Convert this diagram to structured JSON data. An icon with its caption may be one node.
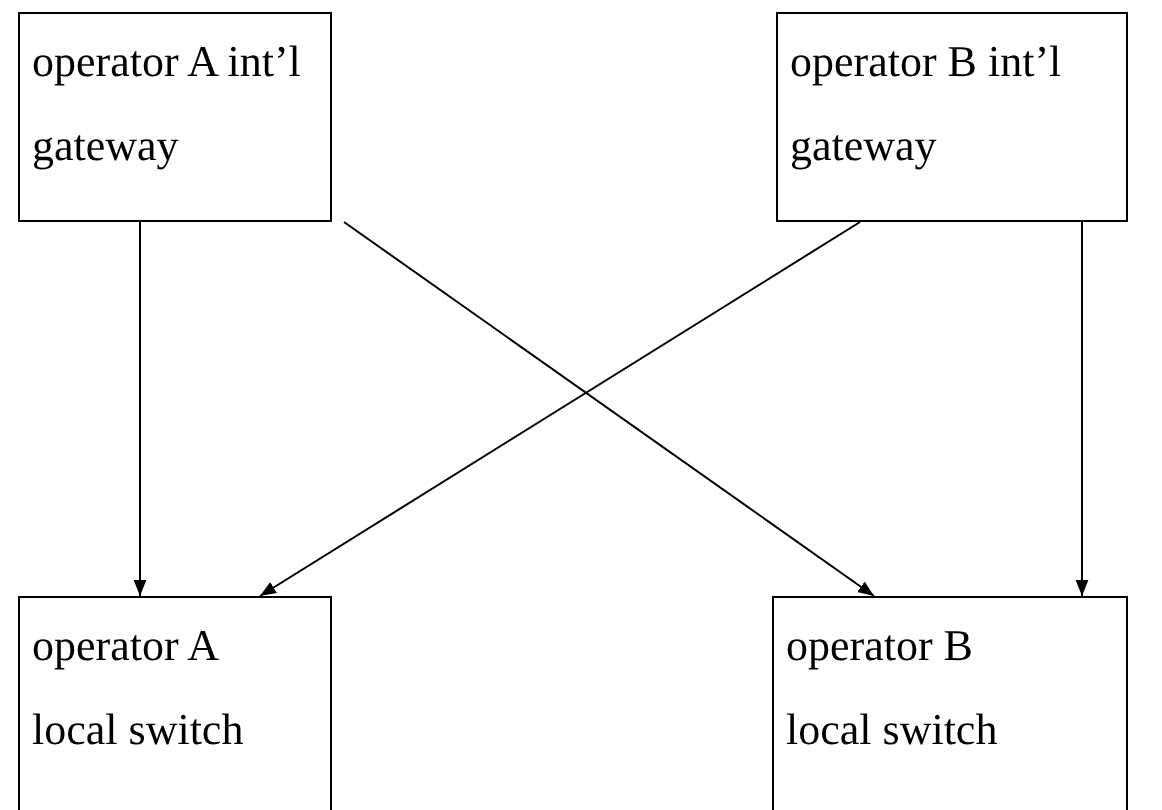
{
  "diagram": {
    "nodes": [
      {
        "text": [
          "operator A int’l gateway"
        ]
      },
      {
        "text": [
          "operator B int’l gateway"
        ]
      },
      {
        "text": [
          "operator A local switch"
        ]
      },
      {
        "text": [
          "operator B local switch"
        ]
      }
    ],
    "edges": [
      {
        "from": 0,
        "to": 2,
        "arrow": "to"
      },
      {
        "from": 0,
        "to": 3,
        "arrow": "to"
      },
      {
        "from": 1,
        "to": 2,
        "arrow": "to"
      },
      {
        "from": 1,
        "to": 3,
        "arrow": "to"
      }
    ]
  }
}
